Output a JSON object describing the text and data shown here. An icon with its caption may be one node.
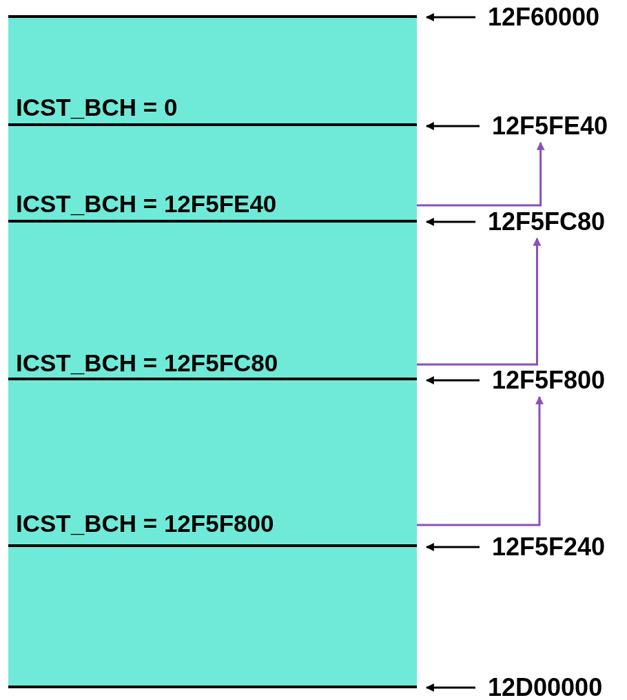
{
  "diagram": {
    "nodes": [
      {
        "text": [
          "ICST_BCH = 0"
        ]
      },
      {
        "text": [
          "ICST_BCH = 12F5FE40"
        ]
      },
      {
        "text": [
          "ICST_BCH = 12F5FC80"
        ]
      },
      {
        "text": [
          "ICST_BCH = 12F5F800"
        ]
      },
      {
        "text": [],
        "shape": "box"
      },
      {
        "text": [
          "12F60000"
        ]
      },
      {
        "text": [
          "12F5FE40"
        ]
      },
      {
        "text": [
          "12F5FC80"
        ]
      },
      {
        "text": [
          "12F5F800"
        ]
      },
      {
        "text": [
          "12F5F240"
        ]
      },
      {
        "text": [
          "12D00000"
        ]
      }
    ],
    "edges": [
      {
        "from": 5,
        "to": 0,
        "arrow": "to"
      },
      {
        "from": 6,
        "to": 1,
        "arrow": "to"
      },
      {
        "from": 7,
        "to": 1,
        "arrow": "to"
      },
      {
        "from": 8,
        "to": 2,
        "arrow": "to"
      },
      {
        "from": 9,
        "to": 4,
        "arrow": "to"
      },
      {
        "from": 10,
        "to": 4,
        "arrow": "to"
      },
      {
        "from": 1,
        "to": 6,
        "arrow": "to",
        "color": "#8b4fb8"
      },
      {
        "from": 2,
        "to": 7,
        "arrow": "to",
        "color": "#8b4fb8"
      },
      {
        "from": 3,
        "to": 8,
        "arrow": "to",
        "color": "#8b4fb8"
      }
    ]
  }
}
